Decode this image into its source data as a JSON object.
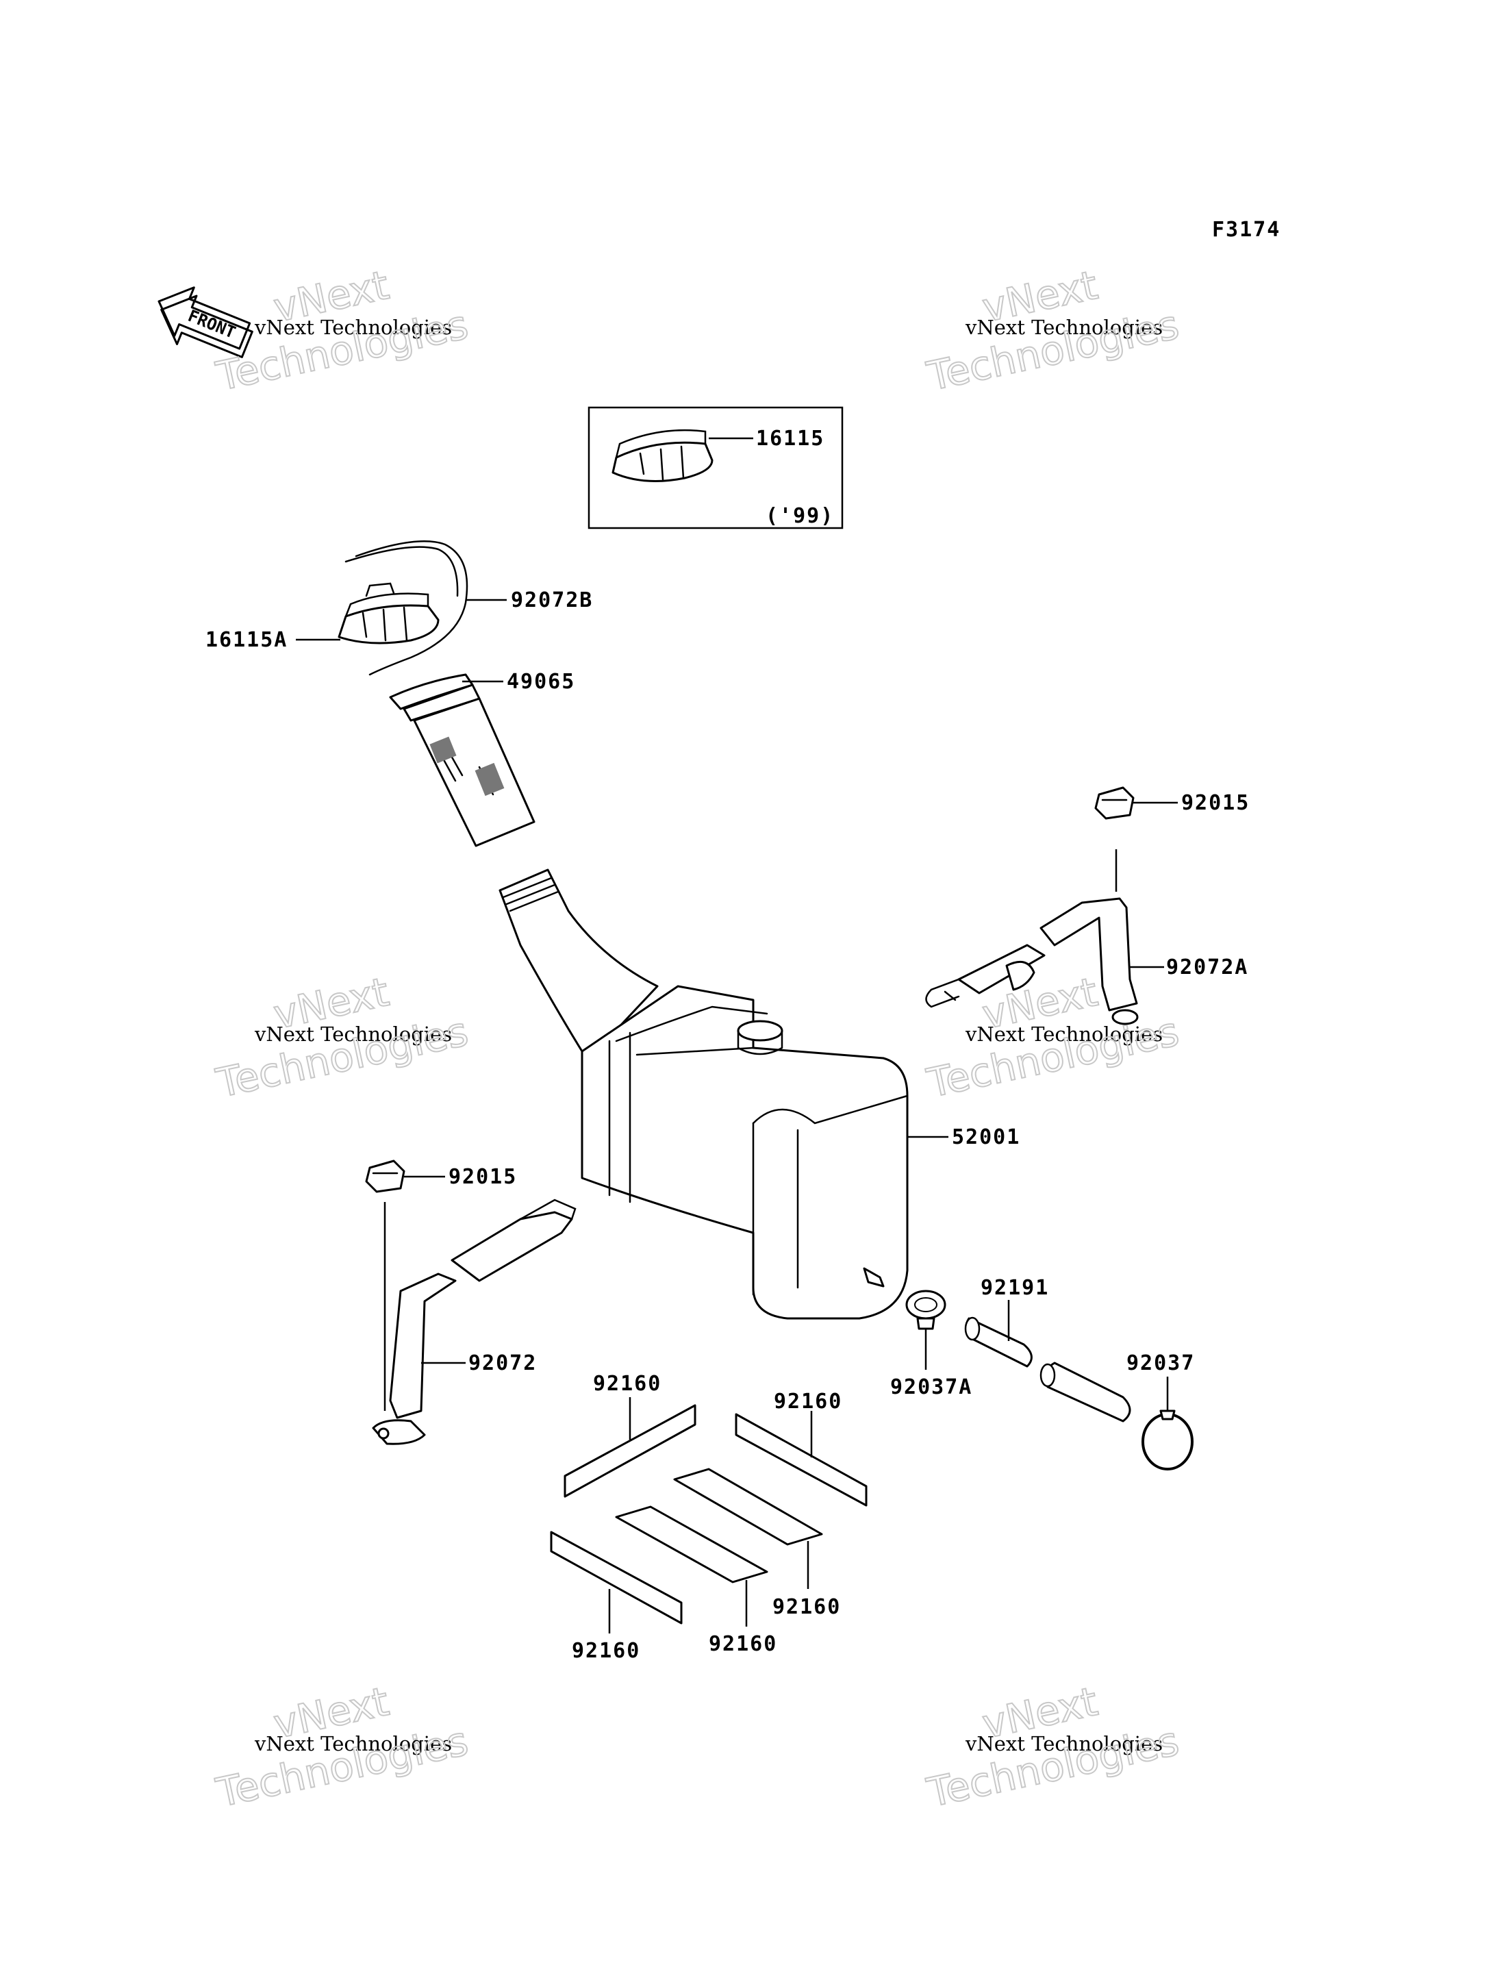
{
  "diagram_code": "F3174",
  "front_arrow_label": "FRONT",
  "inset_note": "('99)",
  "watermark": {
    "line": "vNext Technologies",
    "big_line_1": "vNext",
    "big_line_2": "Technologies"
  },
  "parts": [
    {
      "id": "p16115",
      "number": "16115"
    },
    {
      "id": "p92072B",
      "number": "92072B"
    },
    {
      "id": "p16115A",
      "number": "16115A"
    },
    {
      "id": "p49065",
      "number": "49065"
    },
    {
      "id": "p92015a",
      "number": "92015"
    },
    {
      "id": "p92072A",
      "number": "92072A"
    },
    {
      "id": "p52001",
      "number": "52001"
    },
    {
      "id": "p92015b",
      "number": "92015"
    },
    {
      "id": "p92072",
      "number": "92072"
    },
    {
      "id": "p92191",
      "number": "92191"
    },
    {
      "id": "p92037",
      "number": "92037"
    },
    {
      "id": "p92037A",
      "number": "92037A"
    },
    {
      "id": "p92160a",
      "number": "92160"
    },
    {
      "id": "p92160b",
      "number": "92160"
    },
    {
      "id": "p92160c",
      "number": "92160"
    },
    {
      "id": "p92160d",
      "number": "92160"
    },
    {
      "id": "p92160e",
      "number": "92160"
    }
  ]
}
